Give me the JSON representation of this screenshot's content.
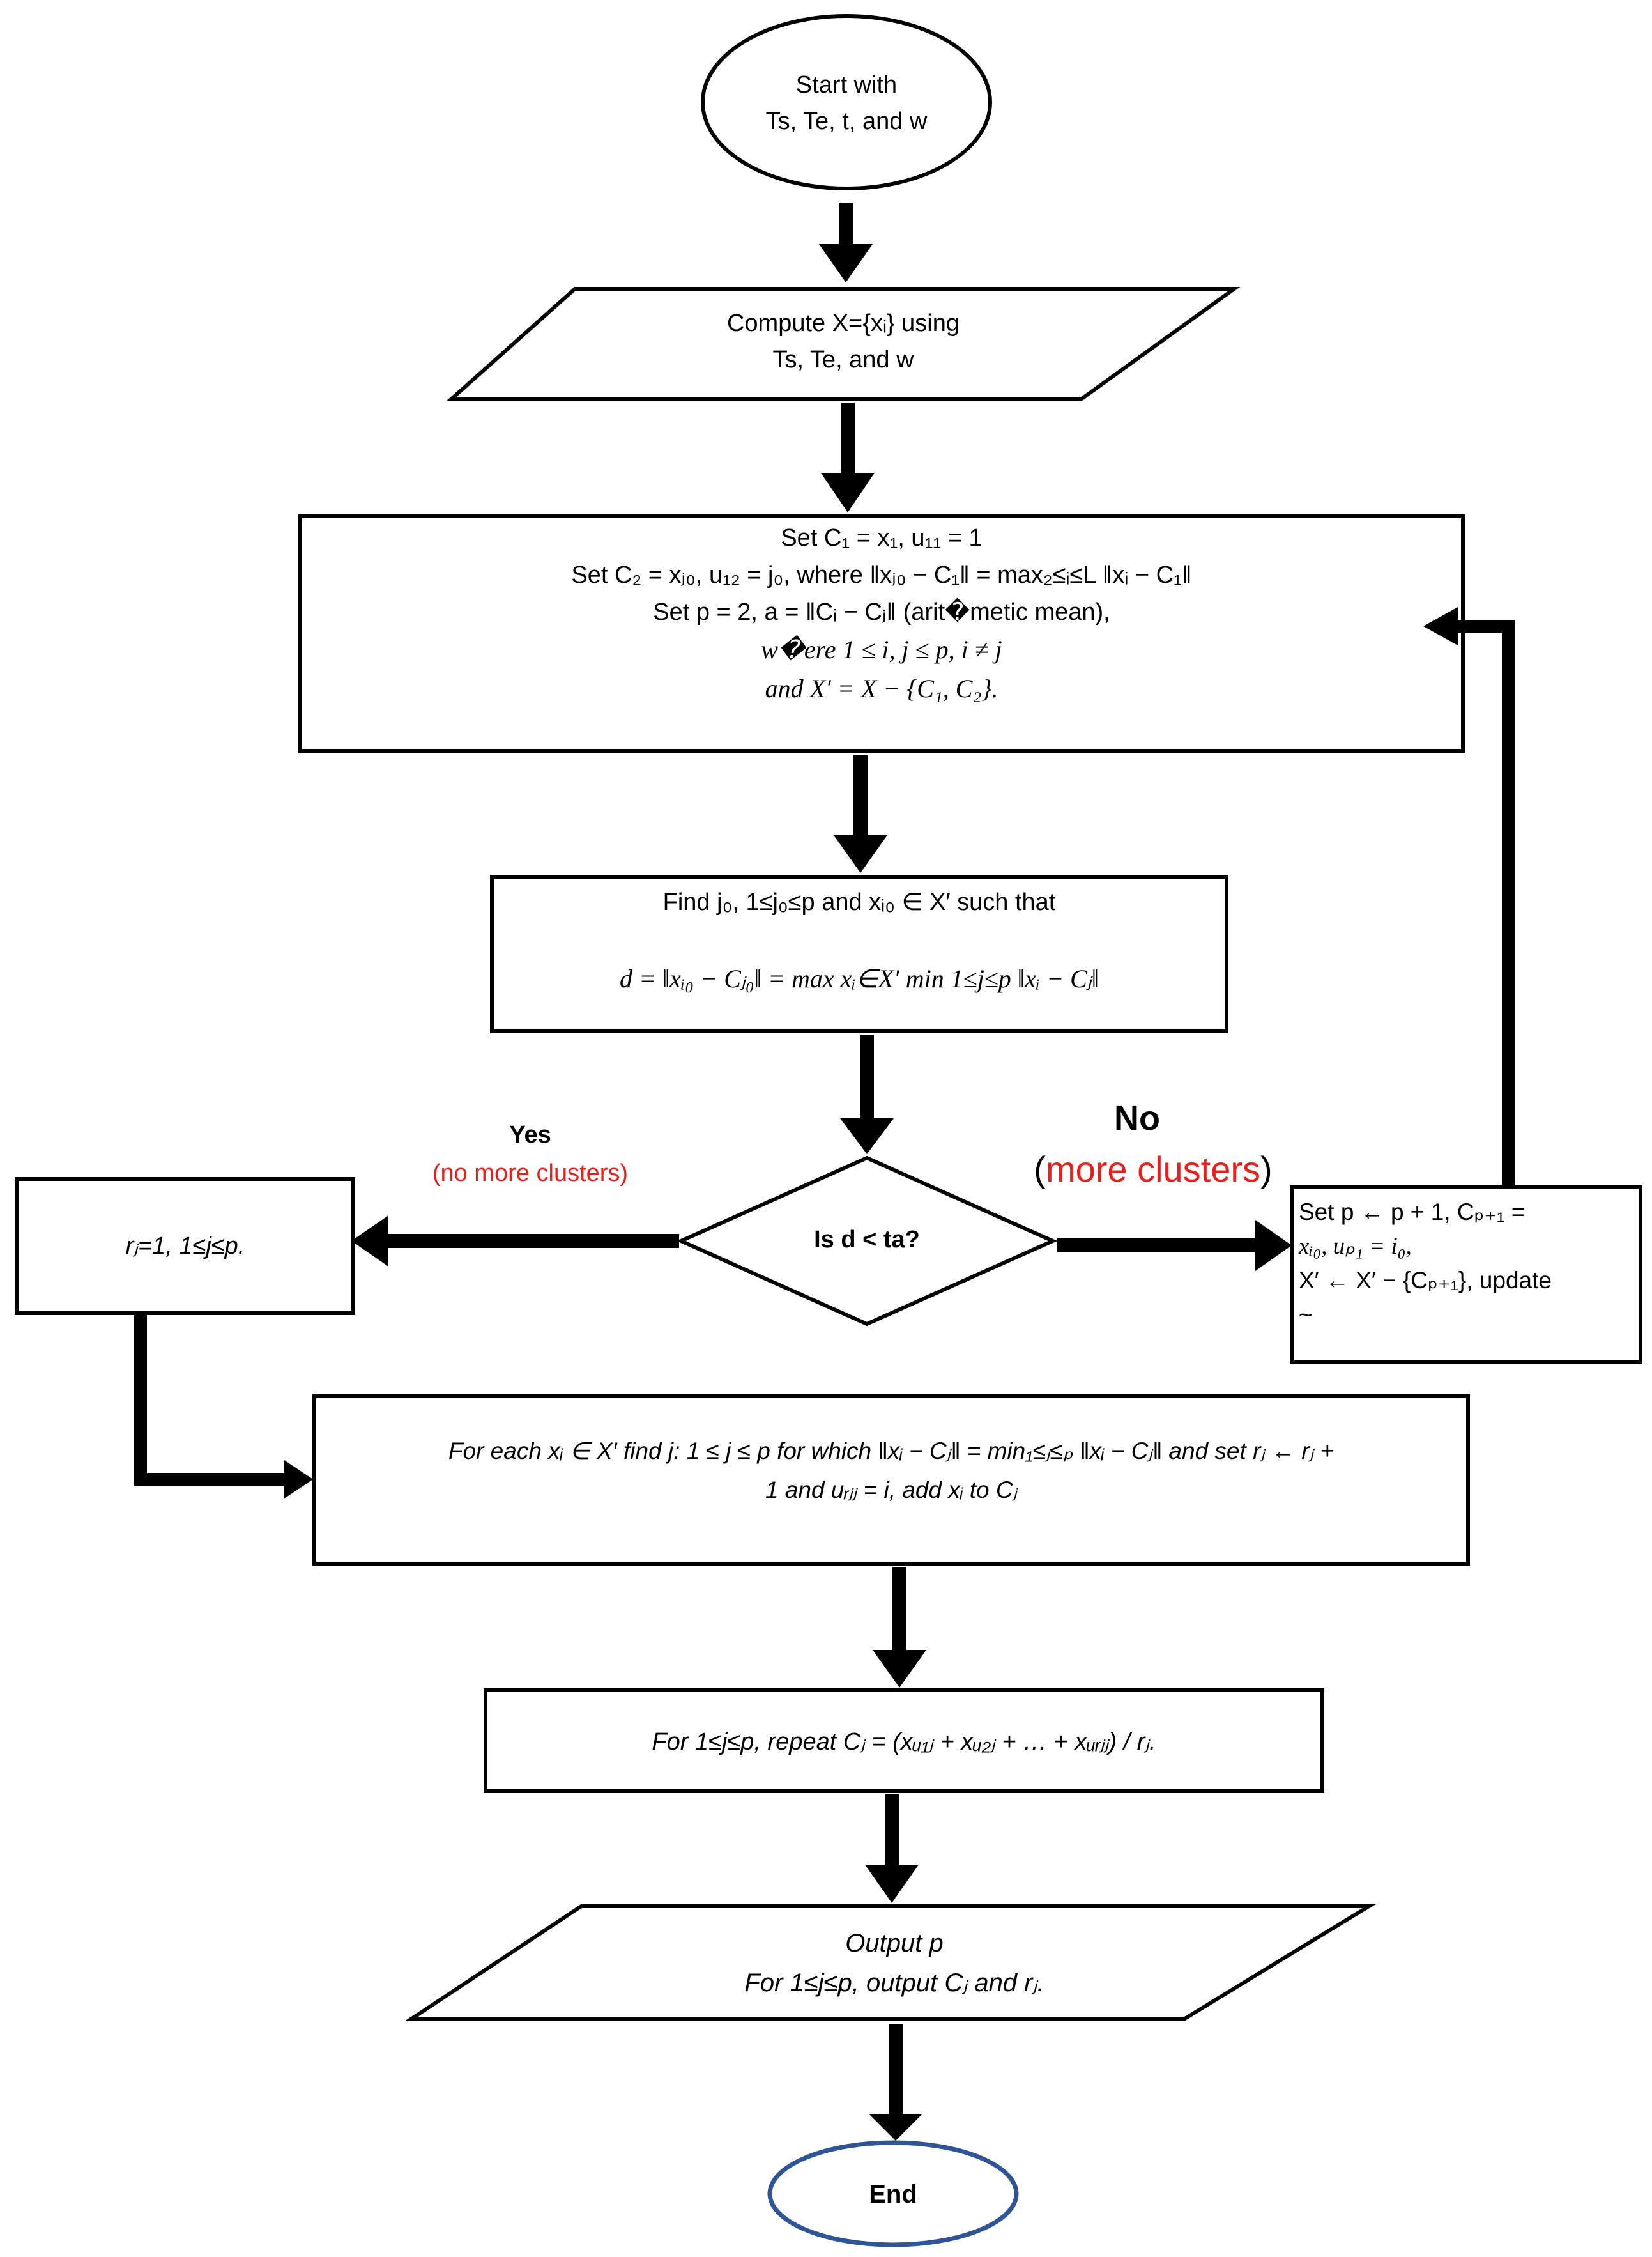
{
  "start": {
    "line1": "Start with",
    "line2": "Ts, Te, t, and w"
  },
  "compute": {
    "line1": "Compute  X={xᵢ} using",
    "line2": "Ts, Te, and w"
  },
  "init": {
    "line1": "Set C₁ = x₁, u₁₁ = 1",
    "line2": "Set C₂ = xⱼ₀, u₁₂ = j₀, where ‖xⱼ₀ − C₁‖ = max₂≤ᵢ≤L ‖xᵢ − C₁‖",
    "line3": "Set p = 2, a = ‖Cᵢ − Cⱼ‖ (arit�metic mean),",
    "line4": "w�ere 1 ≤ i, j ≤ p,  i ≠ j",
    "line5": "and X′ = X − {C₁, C₂}."
  },
  "find": {
    "line1": "Find j₀, 1≤j₀≤p and xᵢ₀ ∈ X′ such that",
    "line2": "d = ‖xᵢ₀ − Cⱼ₀‖ = max xᵢ∈X′ min 1≤j≤p ‖xᵢ − Cⱼ‖"
  },
  "decision": {
    "label": "Is d < ta?"
  },
  "yes_branch": {
    "label": "Yes",
    "note": "(no more clusters)"
  },
  "no_branch": {
    "label": "No",
    "note_open": "(",
    "note": "more clusters",
    "note_close": ")"
  },
  "left_box": {
    "text": "rⱼ=1, 1≤j≤p."
  },
  "right_box": {
    "line1": "Set       p ← p + 1,  Cₚ₊₁ =",
    "line2": "xᵢ₀,  uₚ₁ = i₀,",
    "line3": "X′ ← X′ − {Cₚ₊₁},  update",
    "line4": "~"
  },
  "assign": {
    "line1": "For each xᵢ ∈ X′ find j: 1 ≤ j ≤ p for which ‖xᵢ − Cⱼ‖ = min₁≤ⱼ≤ₚ ‖xᵢ − Cⱼ‖ and set rⱼ ← rⱼ +",
    "line2": "1    and  uᵣⱼⱼ = i, add xᵢ  to Cⱼ"
  },
  "update": {
    "text": "For 1≤j≤p, repeat  Cⱼ = (xᵤ₁ⱼ + xᵤ₂ⱼ + … + xᵤᵣⱼⱼ) / rⱼ."
  },
  "output": {
    "line1": "Output p",
    "line2": "For 1≤j≤p, output Cⱼ and rⱼ."
  },
  "end": {
    "label": "End"
  },
  "colors": {
    "line": "#000000",
    "red_note": "#e8201c",
    "end_border": "#2f5597"
  }
}
